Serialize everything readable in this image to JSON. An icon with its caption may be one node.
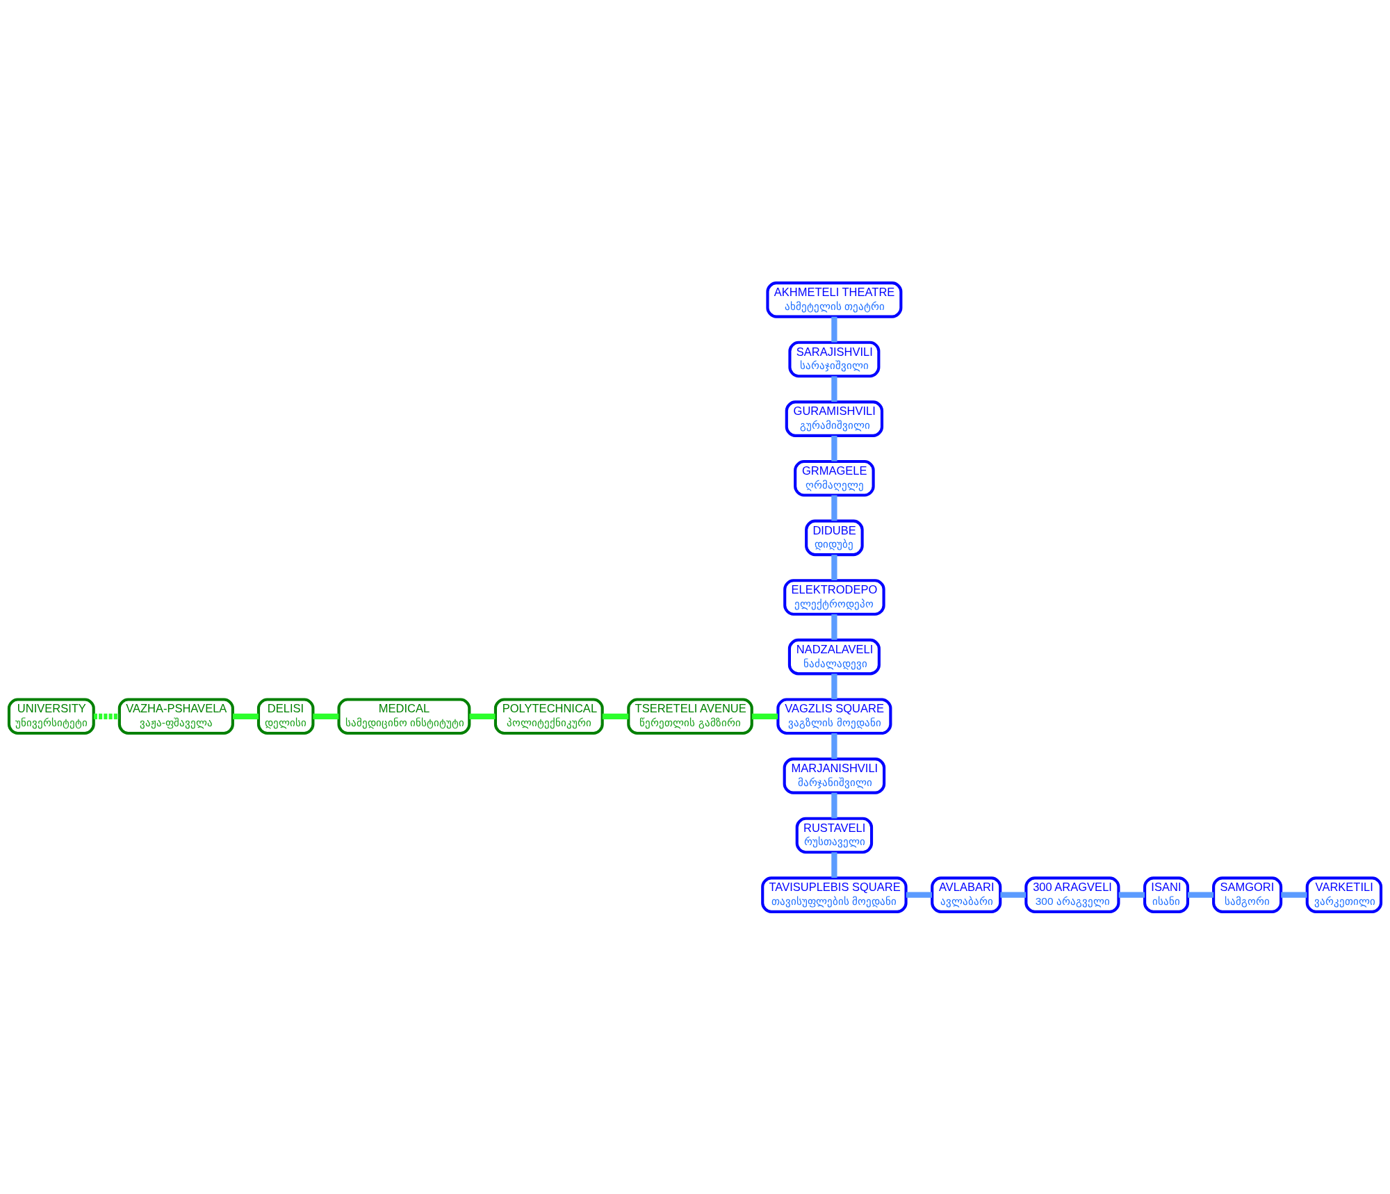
{
  "diagram": {
    "nodes": [
      {
        "text": [
          "AKHMETELI THEATRE",
          "ახმეტელის თეატრი"
        ]
      },
      {
        "text": [
          "SARAJISHVILI",
          "სარაჯიშვილი"
        ]
      },
      {
        "text": [
          "GURAMISHVILI",
          "გურამიშვილი"
        ]
      },
      {
        "text": [
          "GRMAGELE",
          "ღრმაღელე"
        ]
      },
      {
        "text": [
          "DIDUBE",
          "დიდუბე"
        ]
      },
      {
        "text": [
          "ELEKTRODEPO",
          "ელექტროდეპო"
        ]
      },
      {
        "text": [
          "UNIVERSITY",
          "უნივერსიტეტი"
        ]
      },
      {
        "text": [
          "NADZALAVELI",
          "ნაძალადევი"
        ]
      },
      {
        "text": [
          "TSERETELI AVENUE",
          "წერეთლის გამზირი"
        ]
      },
      {
        "text": [
          "DELISI",
          "დელისი"
        ]
      },
      {
        "text": [
          "MEDICAL",
          "სამედიცინო ინსტიტუტი"
        ]
      },
      {
        "text": [
          "VAGZLIS SQUARE",
          "ვაგზლის მოედანი"
        ]
      },
      {
        "text": [
          "VAZHA-PSHAVELA",
          "ვაჟა-ფშაველა"
        ]
      },
      {
        "text": [
          "POLYTECHNICAL",
          "პოლიტექნიკური"
        ]
      },
      {
        "text": [
          "MARJANISHVILI",
          "მარჯანიშვილი"
        ]
      },
      {
        "text": [
          "RUSTAVELI",
          "რუსთაველი"
        ]
      },
      {
        "text": [
          "TAVISUPLEBIS SQUARE",
          "თავისუფლების მოედანი"
        ]
      },
      {
        "text": [
          "AVLABARI",
          "ავლაბარი"
        ]
      },
      {
        "text": [
          "300 ARAGVELI",
          "300 არაგველი"
        ]
      },
      {
        "text": [
          "ISANI",
          "ისანი"
        ]
      },
      {
        "text": [
          "SAMGORI",
          "სამგორი"
        ]
      },
      {
        "text": [
          "VARKETILI",
          "ვარკეთილი"
        ]
      }
    ],
    "edges": [
      {
        "from": 0,
        "to": 1,
        "arrow": "none"
      },
      {
        "from": 1,
        "to": 2,
        "arrow": "none"
      },
      {
        "from": 2,
        "to": 3,
        "arrow": "none"
      },
      {
        "from": 3,
        "to": 4,
        "arrow": "none"
      },
      {
        "from": 4,
        "to": 5,
        "arrow": "none"
      },
      {
        "from": 5,
        "to": 7,
        "arrow": "none"
      },
      {
        "from": 7,
        "to": 11,
        "arrow": "none"
      },
      {
        "from": 11,
        "to": 14,
        "arrow": "none"
      },
      {
        "from": 14,
        "to": 15,
        "arrow": "none"
      },
      {
        "from": 15,
        "to": 16,
        "arrow": "none"
      },
      {
        "from": 16,
        "to": 17,
        "arrow": "none"
      },
      {
        "from": 17,
        "to": 18,
        "arrow": "none"
      },
      {
        "from": 18,
        "to": 19,
        "arrow": "none"
      },
      {
        "from": 19,
        "to": 20,
        "arrow": "none"
      },
      {
        "from": 20,
        "to": 21,
        "arrow": "none"
      },
      {
        "from": 6,
        "to": 12,
        "arrow": "none",
        "style": "dashed",
        "color": "#2cff2c"
      },
      {
        "from": 12,
        "to": 9,
        "arrow": "none",
        "color": "#2cff2c"
      },
      {
        "from": 9,
        "to": 10,
        "arrow": "none",
        "color": "#2cff2c"
      },
      {
        "from": 10,
        "to": 13,
        "arrow": "none",
        "color": "#2cff2c"
      },
      {
        "from": 13,
        "to": 8,
        "arrow": "none",
        "color": "#2cff2c"
      },
      {
        "from": 8,
        "to": 11,
        "arrow": "none",
        "color": "#2cff2c"
      }
    ]
  }
}
